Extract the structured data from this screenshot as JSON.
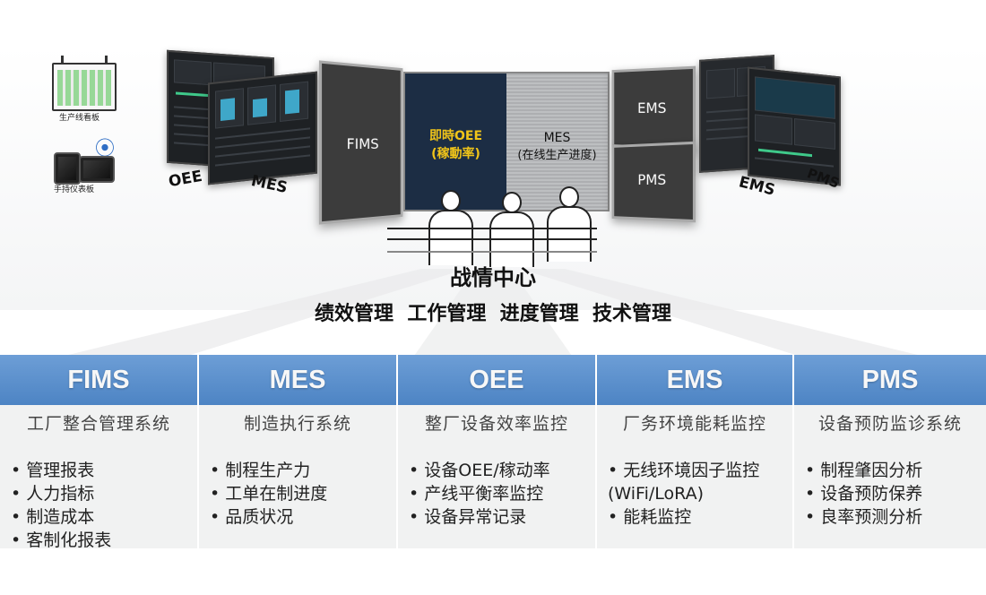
{
  "devices": {
    "board_label": "生产线看板",
    "handheld_label": "手持仪表板"
  },
  "screens": {
    "oee_label": "OEE",
    "mes_label": "MES",
    "ems_side_label": "EMS",
    "pms_side_label": "PMS"
  },
  "wall": {
    "fims": "FIMS",
    "center_left_line1": "即時OEE",
    "center_left_line2": "(稼動率)",
    "center_right_line1": "MES",
    "center_right_line2": "(在线生产进度)",
    "ems": "EMS",
    "pms": "PMS"
  },
  "hub": {
    "title": "战情中心",
    "subtitle": "绩效管理  工作管理  进度管理  技术管理"
  },
  "columns": [
    {
      "name": "FIMS",
      "desc": "工厂整合管理系统",
      "items": [
        "管理报表",
        "人力指标",
        "制造成本",
        "客制化报表"
      ]
    },
    {
      "name": "MES",
      "desc": "制造执行系统",
      "items": [
        "制程生产力",
        "工单在制进度",
        "品质状况"
      ]
    },
    {
      "name": "OEE",
      "desc": "整厂设备效率监控",
      "items": [
        "设备OEE/稼动率",
        "产线平衡率监控",
        "设备异常记录"
      ]
    },
    {
      "name": "EMS",
      "desc": "厂务环境能耗监控",
      "items": [
        "无线环境因子监控",
        "(WiFi/LoRA)",
        "能耗监控"
      ]
    },
    {
      "name": "PMS",
      "desc": "设备预防监诊系统",
      "items": [
        "制程肇因分析",
        "设备预防保养",
        "良率预测分析"
      ]
    }
  ],
  "colors": {
    "header_blue": "#5b8fcb",
    "panel_gray": "#3c3c3c",
    "accent_yellow": "#f0c419"
  }
}
